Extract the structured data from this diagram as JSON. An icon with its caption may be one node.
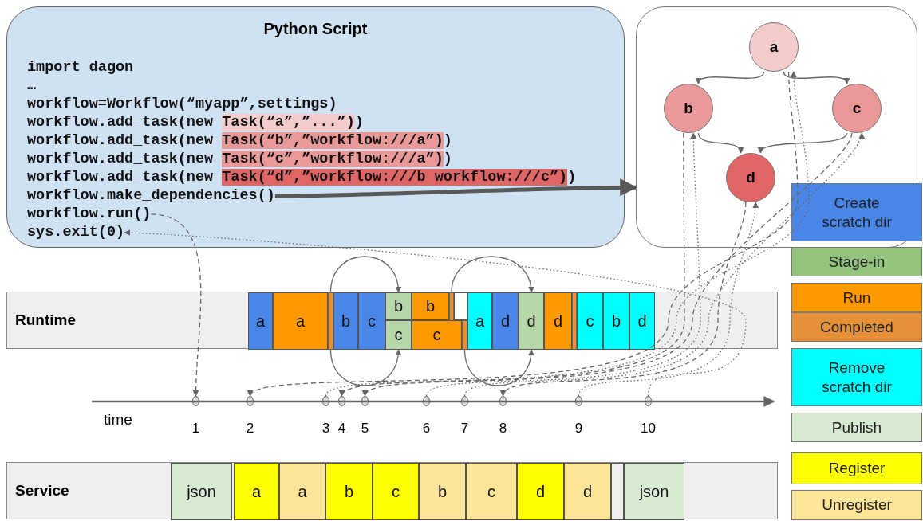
{
  "diagram": {
    "nodes": [
      {
        "text": [
          "Python Script"
        ]
      },
      {
        "text": [
          "import dagon"
        ],
        "in": 0
      },
      {
        "text": [
          "…"
        ],
        "in": 0
      },
      {
        "text": [
          "workflow=Workflow(“myapp”,settings)"
        ],
        "in": 0
      },
      {
        "text": [
          "workflow.add_task(new Task(“a”,”...”))"
        ],
        "in": 0
      },
      {
        "text": [
          "workflow.add_task(new Task(“b”,”workflow:///a”))"
        ],
        "in": 0
      },
      {
        "text": [
          "workflow.add_task(new Task(“c”,”workflow:///a”))"
        ],
        "in": 0
      },
      {
        "text": [
          "workflow.add_task(new Task(“d”,”workflow:///b workflow:///c”))"
        ],
        "in": 0
      },
      {
        "text": [
          "workflow.make_dependencies()"
        ],
        "in": 0
      },
      {
        "text": [
          "workflow.run()"
        ],
        "in": 0
      },
      {
        "text": [
          "sys.exit(0)"
        ],
        "in": 0
      },
      {
        "text": [],
        "shape": "box"
      },
      {
        "text": [
          "a"
        ],
        "in": 11
      },
      {
        "text": [
          "b"
        ],
        "in": 11
      },
      {
        "text": [
          "c"
        ],
        "in": 11
      },
      {
        "text": [
          "d"
        ],
        "in": 11
      },
      {
        "text": [
          "Runtime"
        ]
      },
      {
        "text": [
          "a"
        ],
        "in": 16
      },
      {
        "text": [
          "a"
        ],
        "in": 16
      },
      {
        "text": [],
        "shape": "bar",
        "in": 16
      },
      {
        "text": [
          "b"
        ],
        "in": 16
      },
      {
        "text": [
          "c"
        ],
        "in": 16
      },
      {
        "text": [
          "b"
        ],
        "in": 16
      },
      {
        "text": [
          "c"
        ],
        "in": 16
      },
      {
        "text": [
          "b"
        ],
        "in": 16
      },
      {
        "text": [],
        "shape": "bar",
        "in": 16
      },
      {
        "text": [],
        "shape": "box",
        "in": 16
      },
      {
        "text": [
          "c"
        ],
        "in": 16
      },
      {
        "text": [],
        "shape": "bar",
        "in": 16
      },
      {
        "text": [
          "a"
        ],
        "in": 16
      },
      {
        "text": [
          "d"
        ],
        "in": 16
      },
      {
        "text": [
          "d"
        ],
        "in": 16
      },
      {
        "text": [
          "d"
        ],
        "in": 16
      },
      {
        "text": [],
        "shape": "bar",
        "in": 16
      },
      {
        "text": [
          "c"
        ],
        "in": 16
      },
      {
        "text": [
          "b"
        ],
        "in": 16
      },
      {
        "text": [
          "d"
        ],
        "in": 16
      },
      {
        "text": [],
        "shape": "circle",
        "beside": [
          "1"
        ]
      },
      {
        "text": [],
        "shape": "circle",
        "beside": [
          "2"
        ]
      },
      {
        "text": [],
        "shape": "circle",
        "beside": [
          "3"
        ]
      },
      {
        "text": [],
        "shape": "circle",
        "beside": [
          "4"
        ]
      },
      {
        "text": [],
        "shape": "circle",
        "beside": [
          "5"
        ]
      },
      {
        "text": [],
        "shape": "circle",
        "beside": [
          "6"
        ]
      },
      {
        "text": [],
        "shape": "circle",
        "beside": [
          "7"
        ]
      },
      {
        "text": [],
        "shape": "circle",
        "beside": [
          "8"
        ]
      },
      {
        "text": [],
        "shape": "circle",
        "beside": [
          "9"
        ]
      },
      {
        "text": [],
        "shape": "circle",
        "beside": [
          "10"
        ]
      },
      {
        "text": [
          "Service"
        ]
      },
      {
        "text": [
          "json"
        ],
        "in": 47
      },
      {
        "text": [
          "a"
        ],
        "in": 47
      },
      {
        "text": [
          "a"
        ],
        "in": 47
      },
      {
        "text": [
          "b"
        ],
        "in": 47
      },
      {
        "text": [
          "c"
        ],
        "in": 47
      },
      {
        "text": [
          "b"
        ],
        "in": 47
      },
      {
        "text": [
          "c"
        ],
        "in": 47
      },
      {
        "text": [
          "d"
        ],
        "in": 47
      },
      {
        "text": [
          "d"
        ],
        "in": 47
      },
      {
        "text": [],
        "shape": "box",
        "in": 47
      },
      {
        "text": [
          "json"
        ],
        "in": 47
      }
    ],
    "edges": [
      {
        "from": 8,
        "to": 11,
        "arrow": "to",
        "style": "thick",
        "color": "#595959"
      },
      {
        "from": 12,
        "to": 13,
        "arrow": "to"
      },
      {
        "from": 12,
        "to": 14,
        "arrow": "to"
      },
      {
        "from": 13,
        "to": 15,
        "arrow": "to"
      },
      {
        "from": 14,
        "to": 15,
        "arrow": "to"
      },
      {
        "from": 9,
        "to": 37,
        "arrow": "to",
        "style": "dashed"
      },
      {
        "from": 12,
        "to": 38,
        "arrow": "to",
        "style": "dashed"
      },
      {
        "from": 39,
        "to": 12,
        "arrow": "to",
        "style": "dashed"
      },
      {
        "from": 13,
        "to": 40,
        "arrow": "to",
        "style": "dashed"
      },
      {
        "from": 14,
        "to": 41,
        "arrow": "to",
        "style": "dashed"
      },
      {
        "from": 42,
        "to": 13,
        "arrow": "to",
        "style": "dashed"
      },
      {
        "from": 43,
        "to": 14,
        "arrow": "to",
        "style": "dashed"
      },
      {
        "from": 15,
        "to": 44,
        "arrow": "to",
        "style": "dashed"
      },
      {
        "from": 45,
        "to": 15,
        "arrow": "to",
        "style": "dashed"
      },
      {
        "from": 46,
        "to": 10,
        "arrow": "to",
        "style": "dashed"
      },
      {
        "from": 19,
        "to": 22,
        "arrow": "to"
      },
      {
        "from": 19,
        "to": 23,
        "arrow": "to"
      },
      {
        "from": 25,
        "to": 31,
        "arrow": "to"
      },
      {
        "from": 28,
        "to": 31,
        "arrow": "to"
      }
    ],
    "labels": [
      "time"
    ],
    "legend": [
      {
        "text": "Create scratch dir",
        "color": "#4a86e8"
      },
      {
        "text": "Stage-in",
        "color": "#93c47d"
      },
      {
        "text": "Run",
        "color": "#ff9900"
      },
      {
        "text": "Completed",
        "color": "#e69138"
      },
      {
        "text": "Remove scratch dir",
        "color": "#00ffff"
      },
      {
        "text": "Publish",
        "color": "#d9ead3"
      },
      {
        "text": "Register",
        "color": "#ffff00"
      },
      {
        "text": "Unregister",
        "color": "#ffe599"
      }
    ]
  }
}
